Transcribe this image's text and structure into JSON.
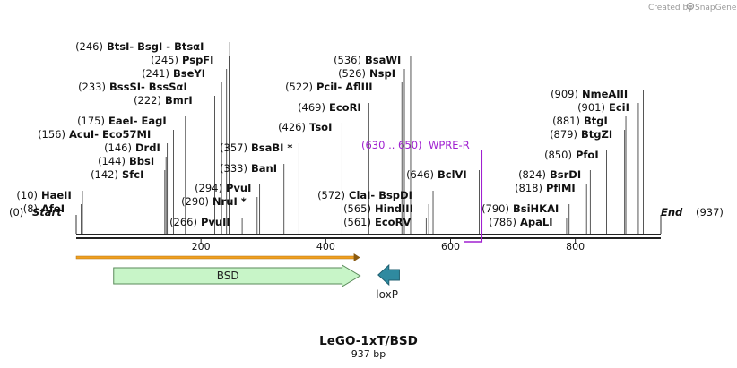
{
  "credit": {
    "prefix": "Created by",
    "brand": "SnapGene"
  },
  "title": "LeGO-1xT/BSD",
  "subtitle": "937 bp",
  "length": 937,
  "axis_ticks": [
    "200",
    "400",
    "600",
    "800"
  ],
  "ends": {
    "start": {
      "pos": "(0)",
      "name": "Start",
      "at": 0
    },
    "end": {
      "name": "End",
      "pos": "(937)",
      "at": 937
    }
  },
  "sites": [
    {
      "pos": "(8)",
      "name": "AfeI",
      "at": 8
    },
    {
      "pos": "(10)",
      "name": "HaeII",
      "at": 10
    },
    {
      "pos": "(142)",
      "name": "SfcI",
      "at": 142
    },
    {
      "pos": "(144)",
      "name": "BbsI",
      "at": 144
    },
    {
      "pos": "(146)",
      "name": "DrdI",
      "at": 146
    },
    {
      "pos": "(156)",
      "name": "AcuI",
      "at": 156,
      "extra": " - Eco57MI"
    },
    {
      "pos": "(175)",
      "name": "EaeI",
      "at": 175,
      "extra": " - EagI"
    },
    {
      "pos": "(222)",
      "name": "BmrI",
      "at": 222
    },
    {
      "pos": "(233)",
      "name": "BssSI",
      "at": 233,
      "extra": " - BssSαI"
    },
    {
      "pos": "(241)",
      "name": "BseYI",
      "at": 241
    },
    {
      "pos": "(245)",
      "name": "PspFI",
      "at": 245
    },
    {
      "pos": "(246)",
      "name": "BtsI",
      "at": 246,
      "extra": " - BsgI  - BtsαI"
    },
    {
      "pos": "(266)",
      "name": "PvuII",
      "at": 266
    },
    {
      "pos": "(290)",
      "name": "NruI *",
      "at": 290
    },
    {
      "pos": "(294)",
      "name": "PvuI",
      "at": 294
    },
    {
      "pos": "(333)",
      "name": "BanI",
      "at": 333
    },
    {
      "pos": "(357)",
      "name": "BsaBI *",
      "at": 357
    },
    {
      "pos": "(426)",
      "name": "TsoI",
      "at": 426
    },
    {
      "pos": "(469)",
      "name": "EcoRI",
      "at": 469
    },
    {
      "pos": "(522)",
      "name": "PciI",
      "at": 522,
      "extra": " - AflIII"
    },
    {
      "pos": "(526)",
      "name": "NspI",
      "at": 526
    },
    {
      "pos": "(536)",
      "name": "BsaWI",
      "at": 536
    },
    {
      "pos": "(561)",
      "name": "EcoRV",
      "at": 561
    },
    {
      "pos": "(565)",
      "name": "HindIII",
      "at": 565
    },
    {
      "pos": "(572)",
      "name": "ClaI",
      "at": 572,
      "extra": " - BspDI"
    },
    {
      "pos": "(646)",
      "name": "BclVI",
      "at": 646
    },
    {
      "pos": "(786)",
      "name": "ApaLI",
      "at": 786
    },
    {
      "pos": "(790)",
      "name": "BsiHKAI",
      "at": 790
    },
    {
      "pos": "(818)",
      "name": "PflMI",
      "at": 818
    },
    {
      "pos": "(824)",
      "name": "BsrDI",
      "at": 824
    },
    {
      "pos": "(850)",
      "name": "PfoI",
      "at": 850
    },
    {
      "pos": "(879)",
      "name": "BtgZI",
      "at": 879
    },
    {
      "pos": "(881)",
      "name": "BtgI",
      "at": 881
    },
    {
      "pos": "(901)",
      "name": "EciI",
      "at": 901
    },
    {
      "pos": "(909)",
      "name": "NmeAIII",
      "at": 909
    }
  ],
  "primer": {
    "range": "(630 .. 650)",
    "name": "WPRE-R",
    "start": 630,
    "end": 650,
    "color": "#a020d0"
  },
  "features": [
    {
      "name": "BSD",
      "start": 60,
      "end": 455,
      "strand": "forward",
      "color": "#c8f5c8",
      "stroke": "#5a8a5a"
    },
    {
      "name": "loxP",
      "start": 484,
      "end": 518,
      "strand": "reverse",
      "color": "#2f8aa0",
      "stroke": "#1f5f70"
    }
  ],
  "orf": {
    "start": 0,
    "end": 455,
    "color": "#f0a020"
  }
}
